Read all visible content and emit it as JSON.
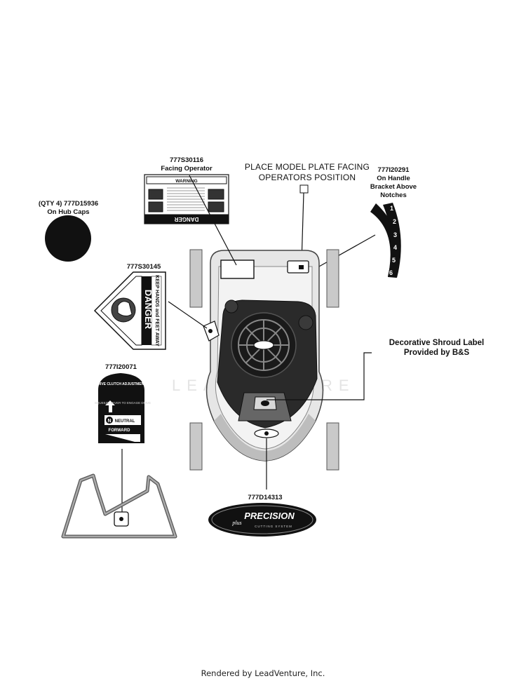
{
  "labels": {
    "hub_caps": {
      "line1": "(QTY 4) 777D15936",
      "line2": "On Hub Caps"
    },
    "facing_operator": {
      "line1": "777S30116",
      "line2": "Facing Operator"
    },
    "model_plate": {
      "line1": "PLACE MODEL PLATE FACING",
      "line2": "OPERATORS POSITION"
    },
    "handle_bracket": {
      "line1": "777I20291",
      "line2": "On Handle",
      "line3": "Bracket Above",
      "line4": "Notches"
    },
    "danger_decal": {
      "part": "777S30145"
    },
    "shroud": {
      "line1": "Decorative Shroud Label",
      "line2": "Provided by B&S"
    },
    "clutch_decal": {
      "part": "777I20071"
    },
    "precision_decal": {
      "part": "777D14313"
    }
  },
  "decal_text": {
    "warning": "WARNING",
    "danger": "DANGER",
    "danger_big": "DANGER",
    "keep_hands": "KEEP HANDS and FEET AWAY",
    "clutch_title": "DRIVE CLUTCH ADJUSTMENT",
    "squeeze": "SQUEEZE LEVER TO ENGAGE DRIVE",
    "neutral": "NEUTRAL",
    "forward": "FORWARD",
    "n_letter": "N",
    "precision": "PRECISION",
    "plus": "plus",
    "cutting_system": "CUTTING SYSTEM",
    "notch_numbers": [
      "1",
      "2",
      "3",
      "4",
      "5",
      "6"
    ]
  },
  "watermark": "LEADVENTURE",
  "footer": "Rendered by LeadVenture, Inc."
}
